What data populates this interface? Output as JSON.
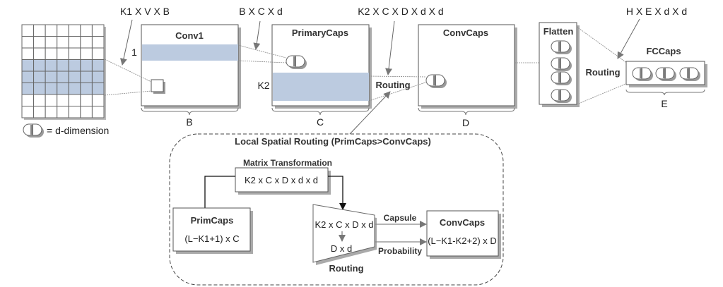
{
  "legend": {
    "capsule_icon": "capsule-icon",
    "text": "= d-dimension"
  },
  "annotations": {
    "conv1_kernel": "K1 X V X B",
    "primarycaps_weights": "B X C X d",
    "convcaps_weights": "K2 X C X D X d X d",
    "fccaps_weights": "H X E X d X d"
  },
  "blocks": {
    "conv1": {
      "title": "Conv1",
      "row_label": "1",
      "brace_label": "B"
    },
    "primarycaps": {
      "title": "PrimaryCaps",
      "row_label": "K2",
      "brace_label": "C"
    },
    "convcaps": {
      "title": "ConvCaps",
      "brace_label": "D"
    },
    "flatten": {
      "title": "Flatten",
      "capsule_count": 4
    },
    "fccaps": {
      "title": "FCCaps",
      "brace_label": "E",
      "capsule_count": 3
    }
  },
  "routing_labels": {
    "primary_to_conv": "Routing",
    "flatten_to_fc": "Routing"
  },
  "input_grid": {
    "columns": 7,
    "rows": 8,
    "highlighted_rows": [
      3,
      4,
      5
    ]
  },
  "detail": {
    "title": "Local Spatial Routing (PrimCaps>ConvCaps)",
    "matrix_transformation": {
      "label": "Matrix Transformation",
      "value": "K2 x C x D x d x d"
    },
    "primcaps": {
      "title": "PrimCaps",
      "value": "(L−K1+1) x C"
    },
    "routing": {
      "top": "K2 x C x D x d",
      "bottom": "D x d",
      "label": "Routing"
    },
    "edges": {
      "capsule": "Capsule",
      "probability": "Probability"
    },
    "convcaps": {
      "title": "ConvCaps",
      "value": "(L−K1-K2+2) x D"
    }
  },
  "colors": {
    "highlight": "#bccbe0",
    "box_stroke": "#555555",
    "shadow": "#a8a8a8",
    "text": "#222222"
  }
}
